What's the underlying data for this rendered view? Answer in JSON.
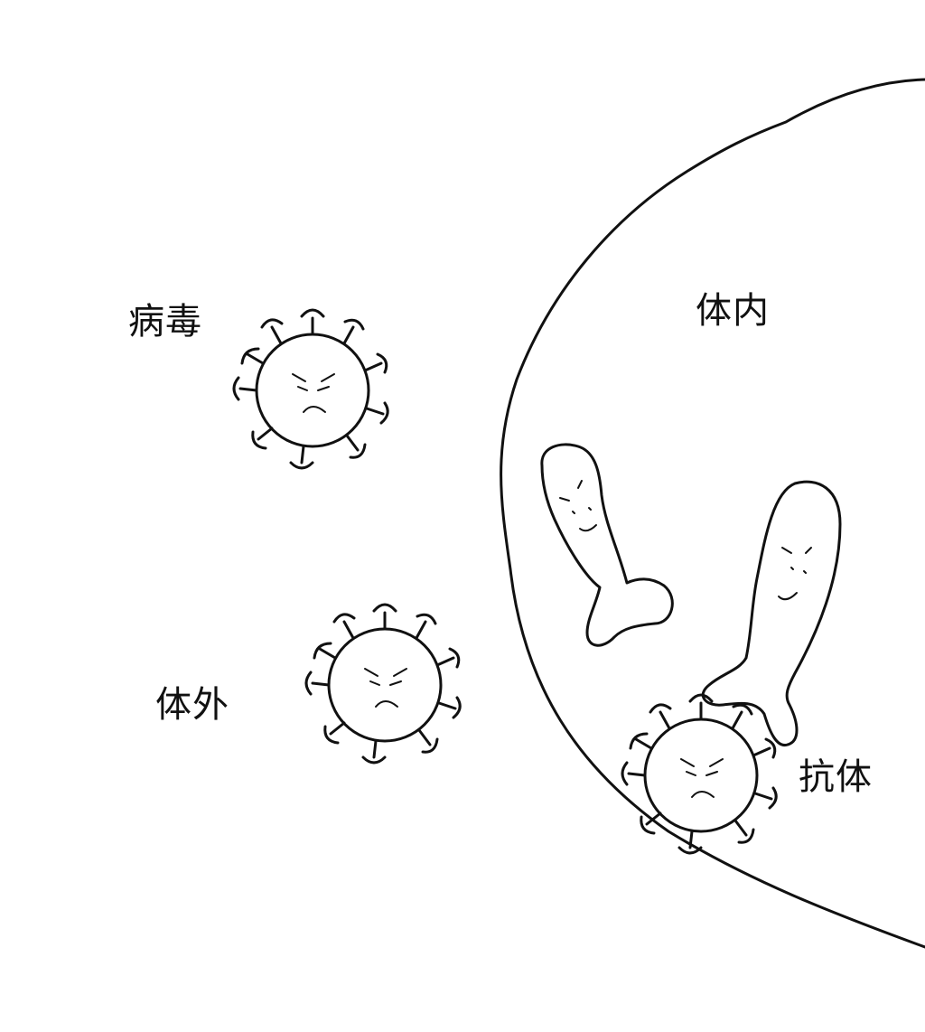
{
  "labels": {
    "virus": "病毒",
    "inside": "体内",
    "outside": "体外",
    "antibody": "抗体"
  },
  "icons": {
    "virus": "virus-icon",
    "antibody": "antibody-icon",
    "membrane": "cell-membrane-outline"
  },
  "colors": {
    "ink": "#111111",
    "background": "#ffffff"
  }
}
